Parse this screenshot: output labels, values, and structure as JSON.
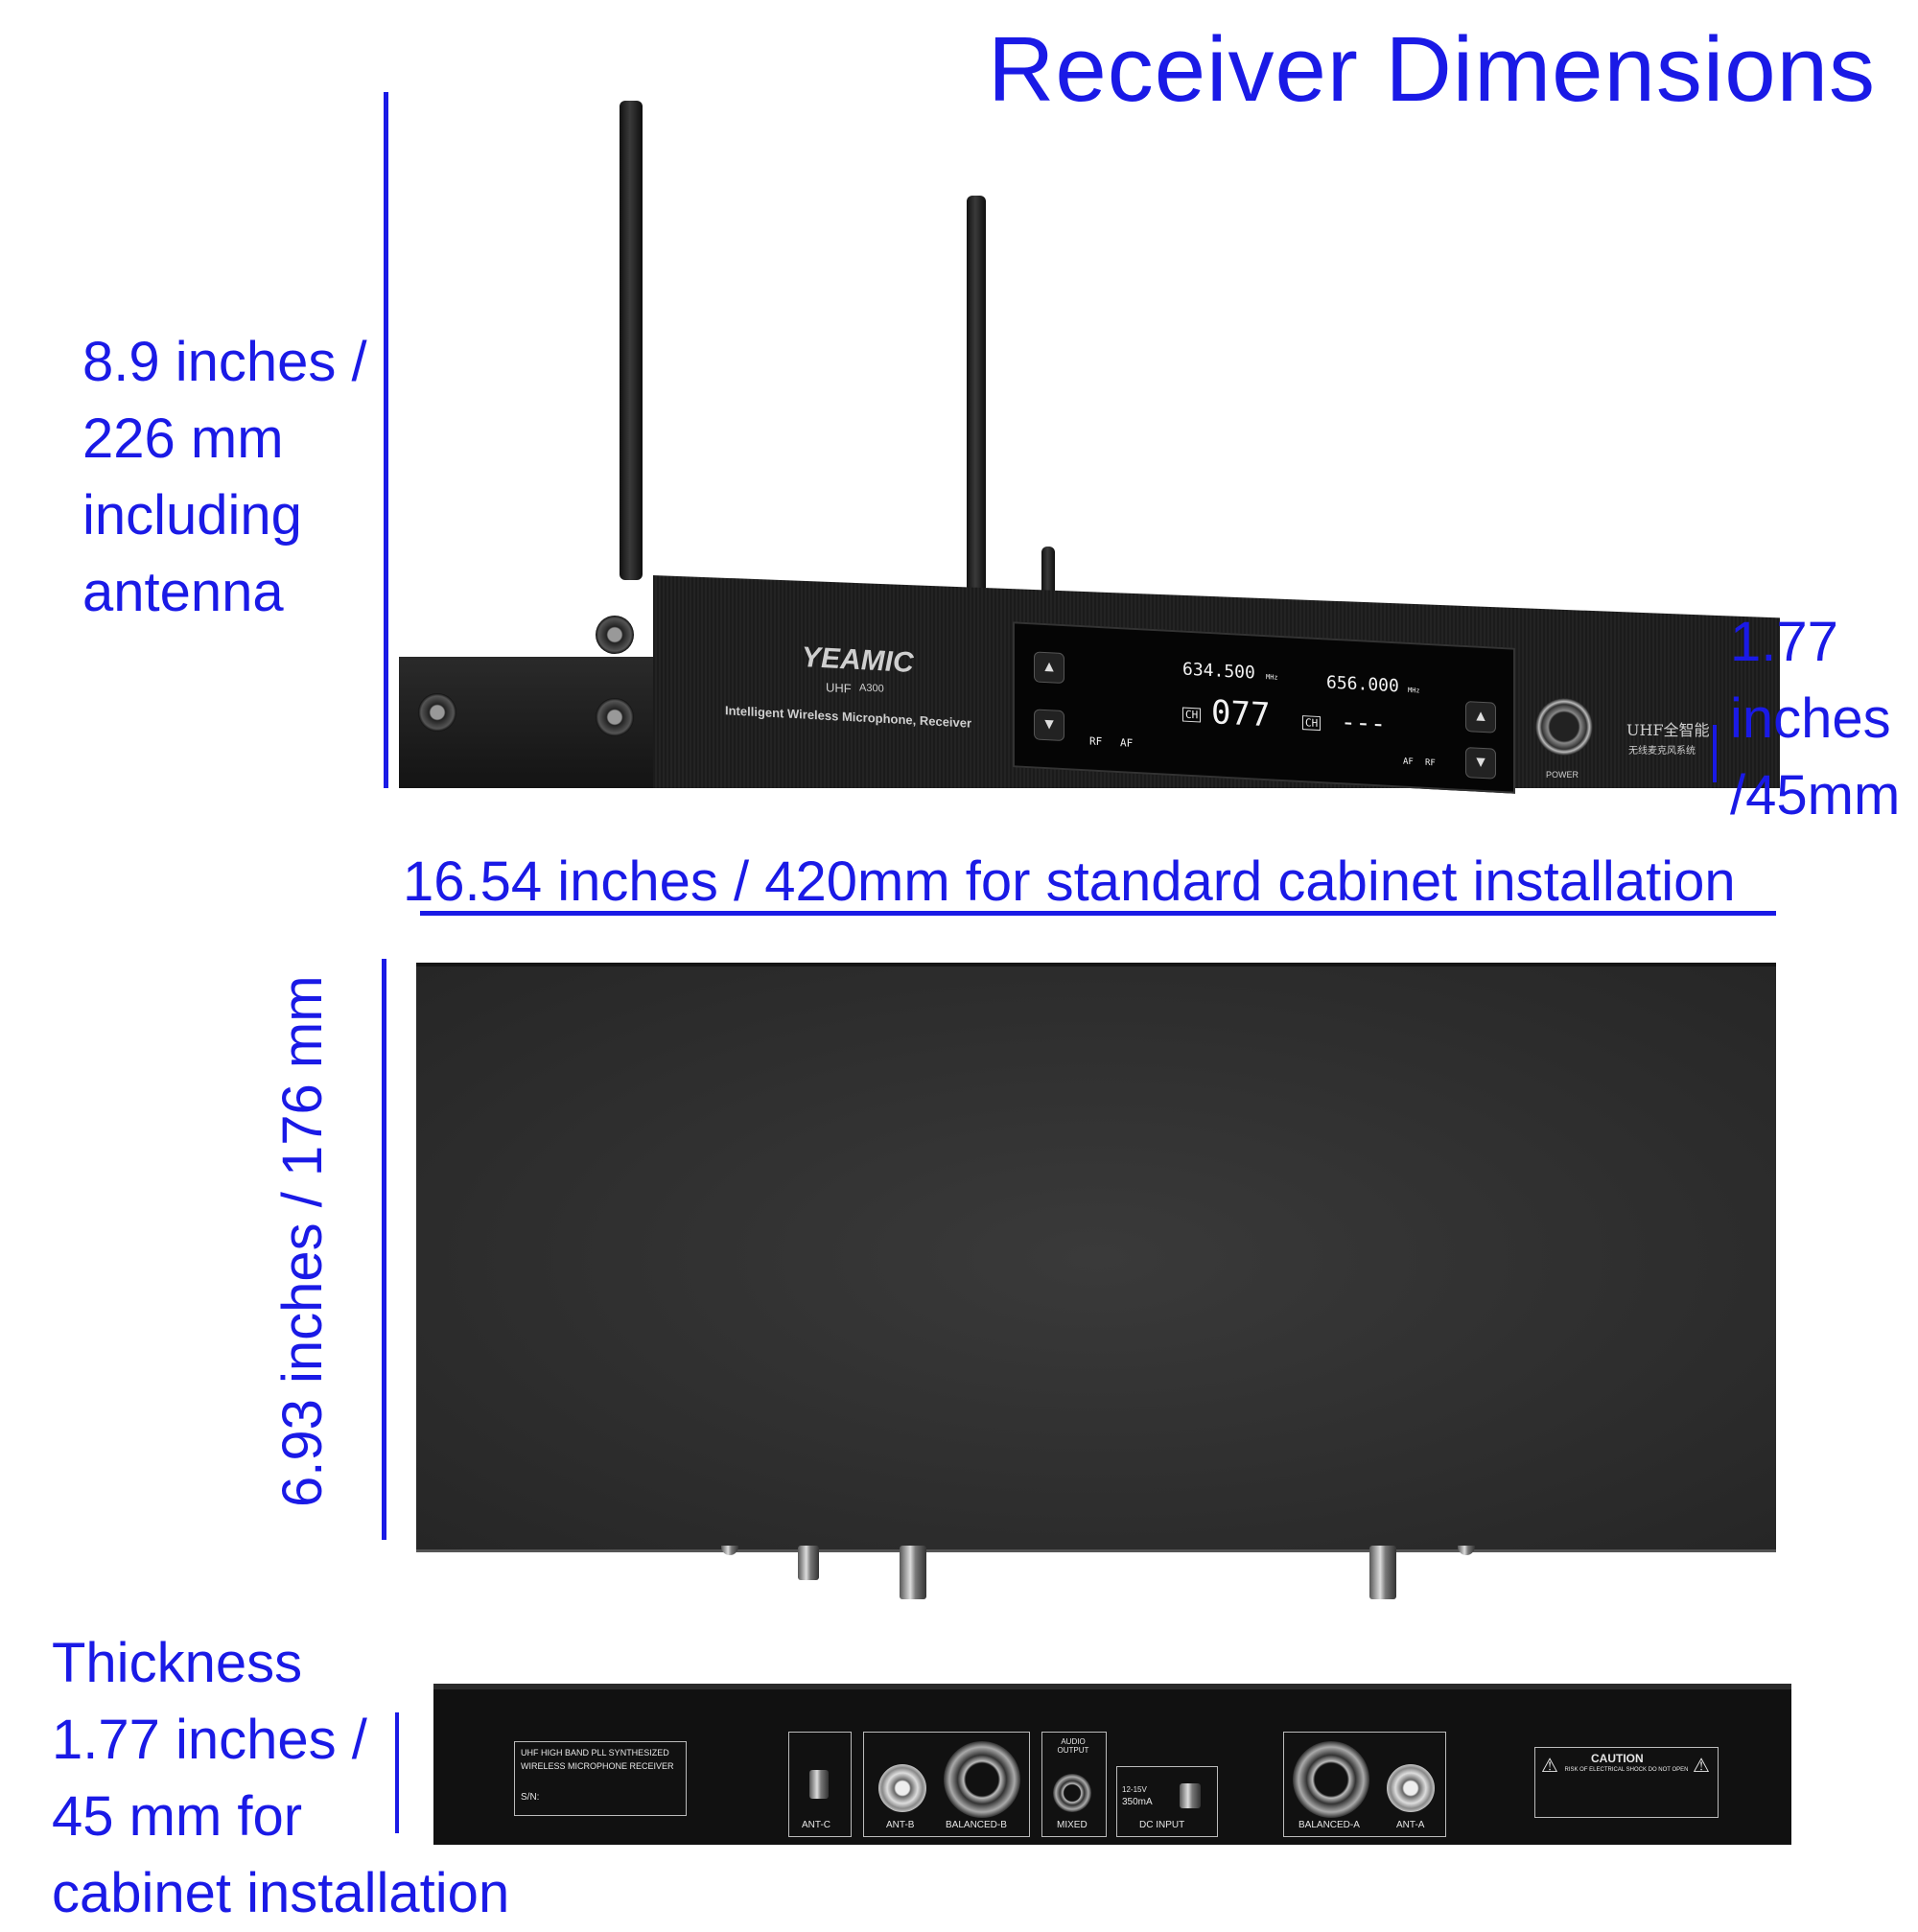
{
  "title": "Receiver Dimensions",
  "labels": {
    "height_antenna": [
      "8.9 inches /",
      "226 mm",
      "including",
      "antenna"
    ],
    "front_height": [
      "1.77",
      "inches",
      "/45mm"
    ],
    "width": "16.54 inches / 420mm for standard cabinet installation",
    "depth": "6.93 inches / 176 mm",
    "thickness": [
      "Thickness",
      "1.77 inches /",
      "45 mm  for",
      "cabinet installation"
    ]
  },
  "front_panel": {
    "brand": "YEAMIC",
    "model_prefix": "UHF",
    "model": "A300",
    "description": "Intelligent Wireless Microphone, Receiver",
    "freq_a": "634.500",
    "freq_b": "656.000",
    "unit": "MHz",
    "channel_a": "077",
    "channel_b": "---",
    "ch_label": "CH",
    "rf": "RF",
    "af": "AF",
    "power": "POWER",
    "cn_title": "UHF全智能",
    "cn_sub": "无线麦克风系统"
  },
  "rear_panel": {
    "label_line1": "UHF HIGH BAND PLL SYNTHESIZED",
    "label_line2": "WIRELESS MICROPHONE RECEIVER",
    "sn": "S/N:",
    "ant_c": "ANT-C",
    "ant_b": "ANT-B",
    "balanced_b": "BALANCED-B",
    "audio_output": "AUDIO OUTPUT",
    "mixed": "MIXED",
    "dc_spec": "12-15V",
    "dc_current": "350mA",
    "dc_input": "DC INPUT",
    "balanced_a": "BALANCED-A",
    "ant_a": "ANT-A",
    "caution": "CAUTION",
    "caution_sub": "RISK OF ELECTRICAL SHOCK DO NOT OPEN"
  },
  "colors": {
    "annotation": "#1a1ae6",
    "device": "#1e1e1e"
  }
}
